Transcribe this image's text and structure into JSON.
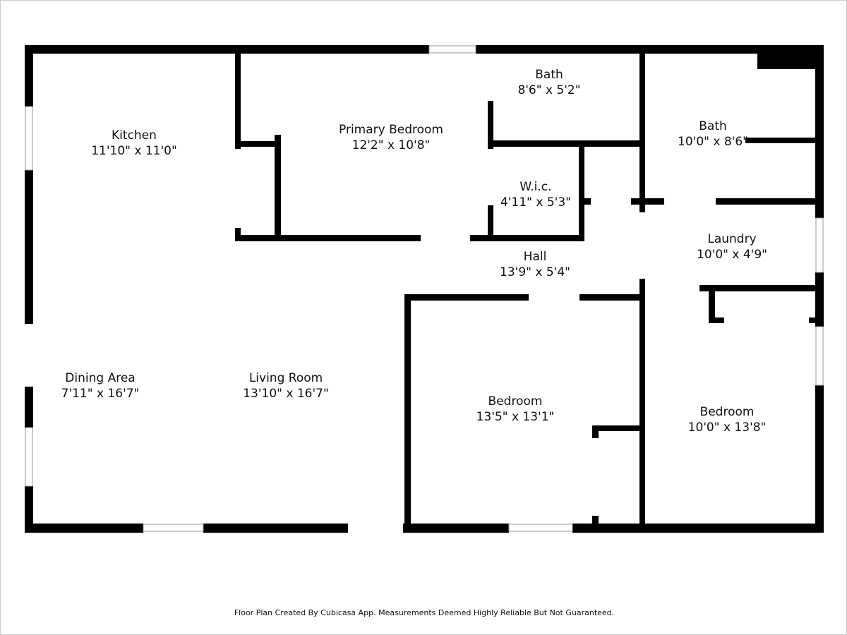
{
  "rooms": [
    {
      "name": "Kitchen",
      "dims": "11'10\" x 11'0\""
    },
    {
      "name": "Primary Bedroom",
      "dims": "12'2\" x 10'8\""
    },
    {
      "name": "Bath",
      "dims": "8'6\" x 5'2\""
    },
    {
      "name": "Bath",
      "dims": "10'0\" x 8'6\""
    },
    {
      "name": "W.i.c.",
      "dims": "4'11\" x 5'3\""
    },
    {
      "name": "Laundry",
      "dims": "10'0\" x 4'9\""
    },
    {
      "name": "Hall",
      "dims": "13'9\" x 5'4\""
    },
    {
      "name": "Dining Area",
      "dims": "7'11\" x 16'7\""
    },
    {
      "name": "Living Room",
      "dims": "13'10\" x 16'7\""
    },
    {
      "name": "Bedroom",
      "dims": "13'5\" x 13'1\""
    },
    {
      "name": "Bedroom",
      "dims": "10'0\" x 13'8\""
    }
  ],
  "footer": "Floor Plan Created By Cubicasa App. Measurements Deemed Highly Reliable But Not Guaranteed.",
  "colors": {
    "wall": "#000000",
    "window": "#ffffff"
  }
}
